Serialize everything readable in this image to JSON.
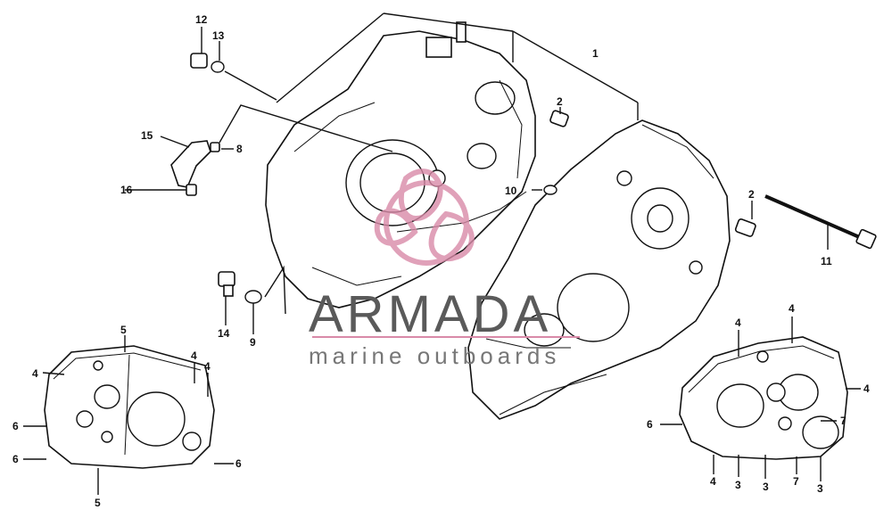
{
  "watermark": {
    "brand": "ARMADA",
    "tagline": "marine outboards"
  },
  "callouts": [
    "1",
    "2",
    "2",
    "3",
    "3",
    "3",
    "4",
    "4",
    "4",
    "4",
    "4",
    "4",
    "4",
    "5",
    "5",
    "6",
    "6",
    "6",
    "6",
    "7",
    "7",
    "8",
    "9",
    "10",
    "11",
    "12",
    "13",
    "14",
    "15",
    "16"
  ],
  "colors": {
    "line": "#111111",
    "logo_pink": "#d98aa8",
    "watermark_text": "#5a5a5a"
  }
}
